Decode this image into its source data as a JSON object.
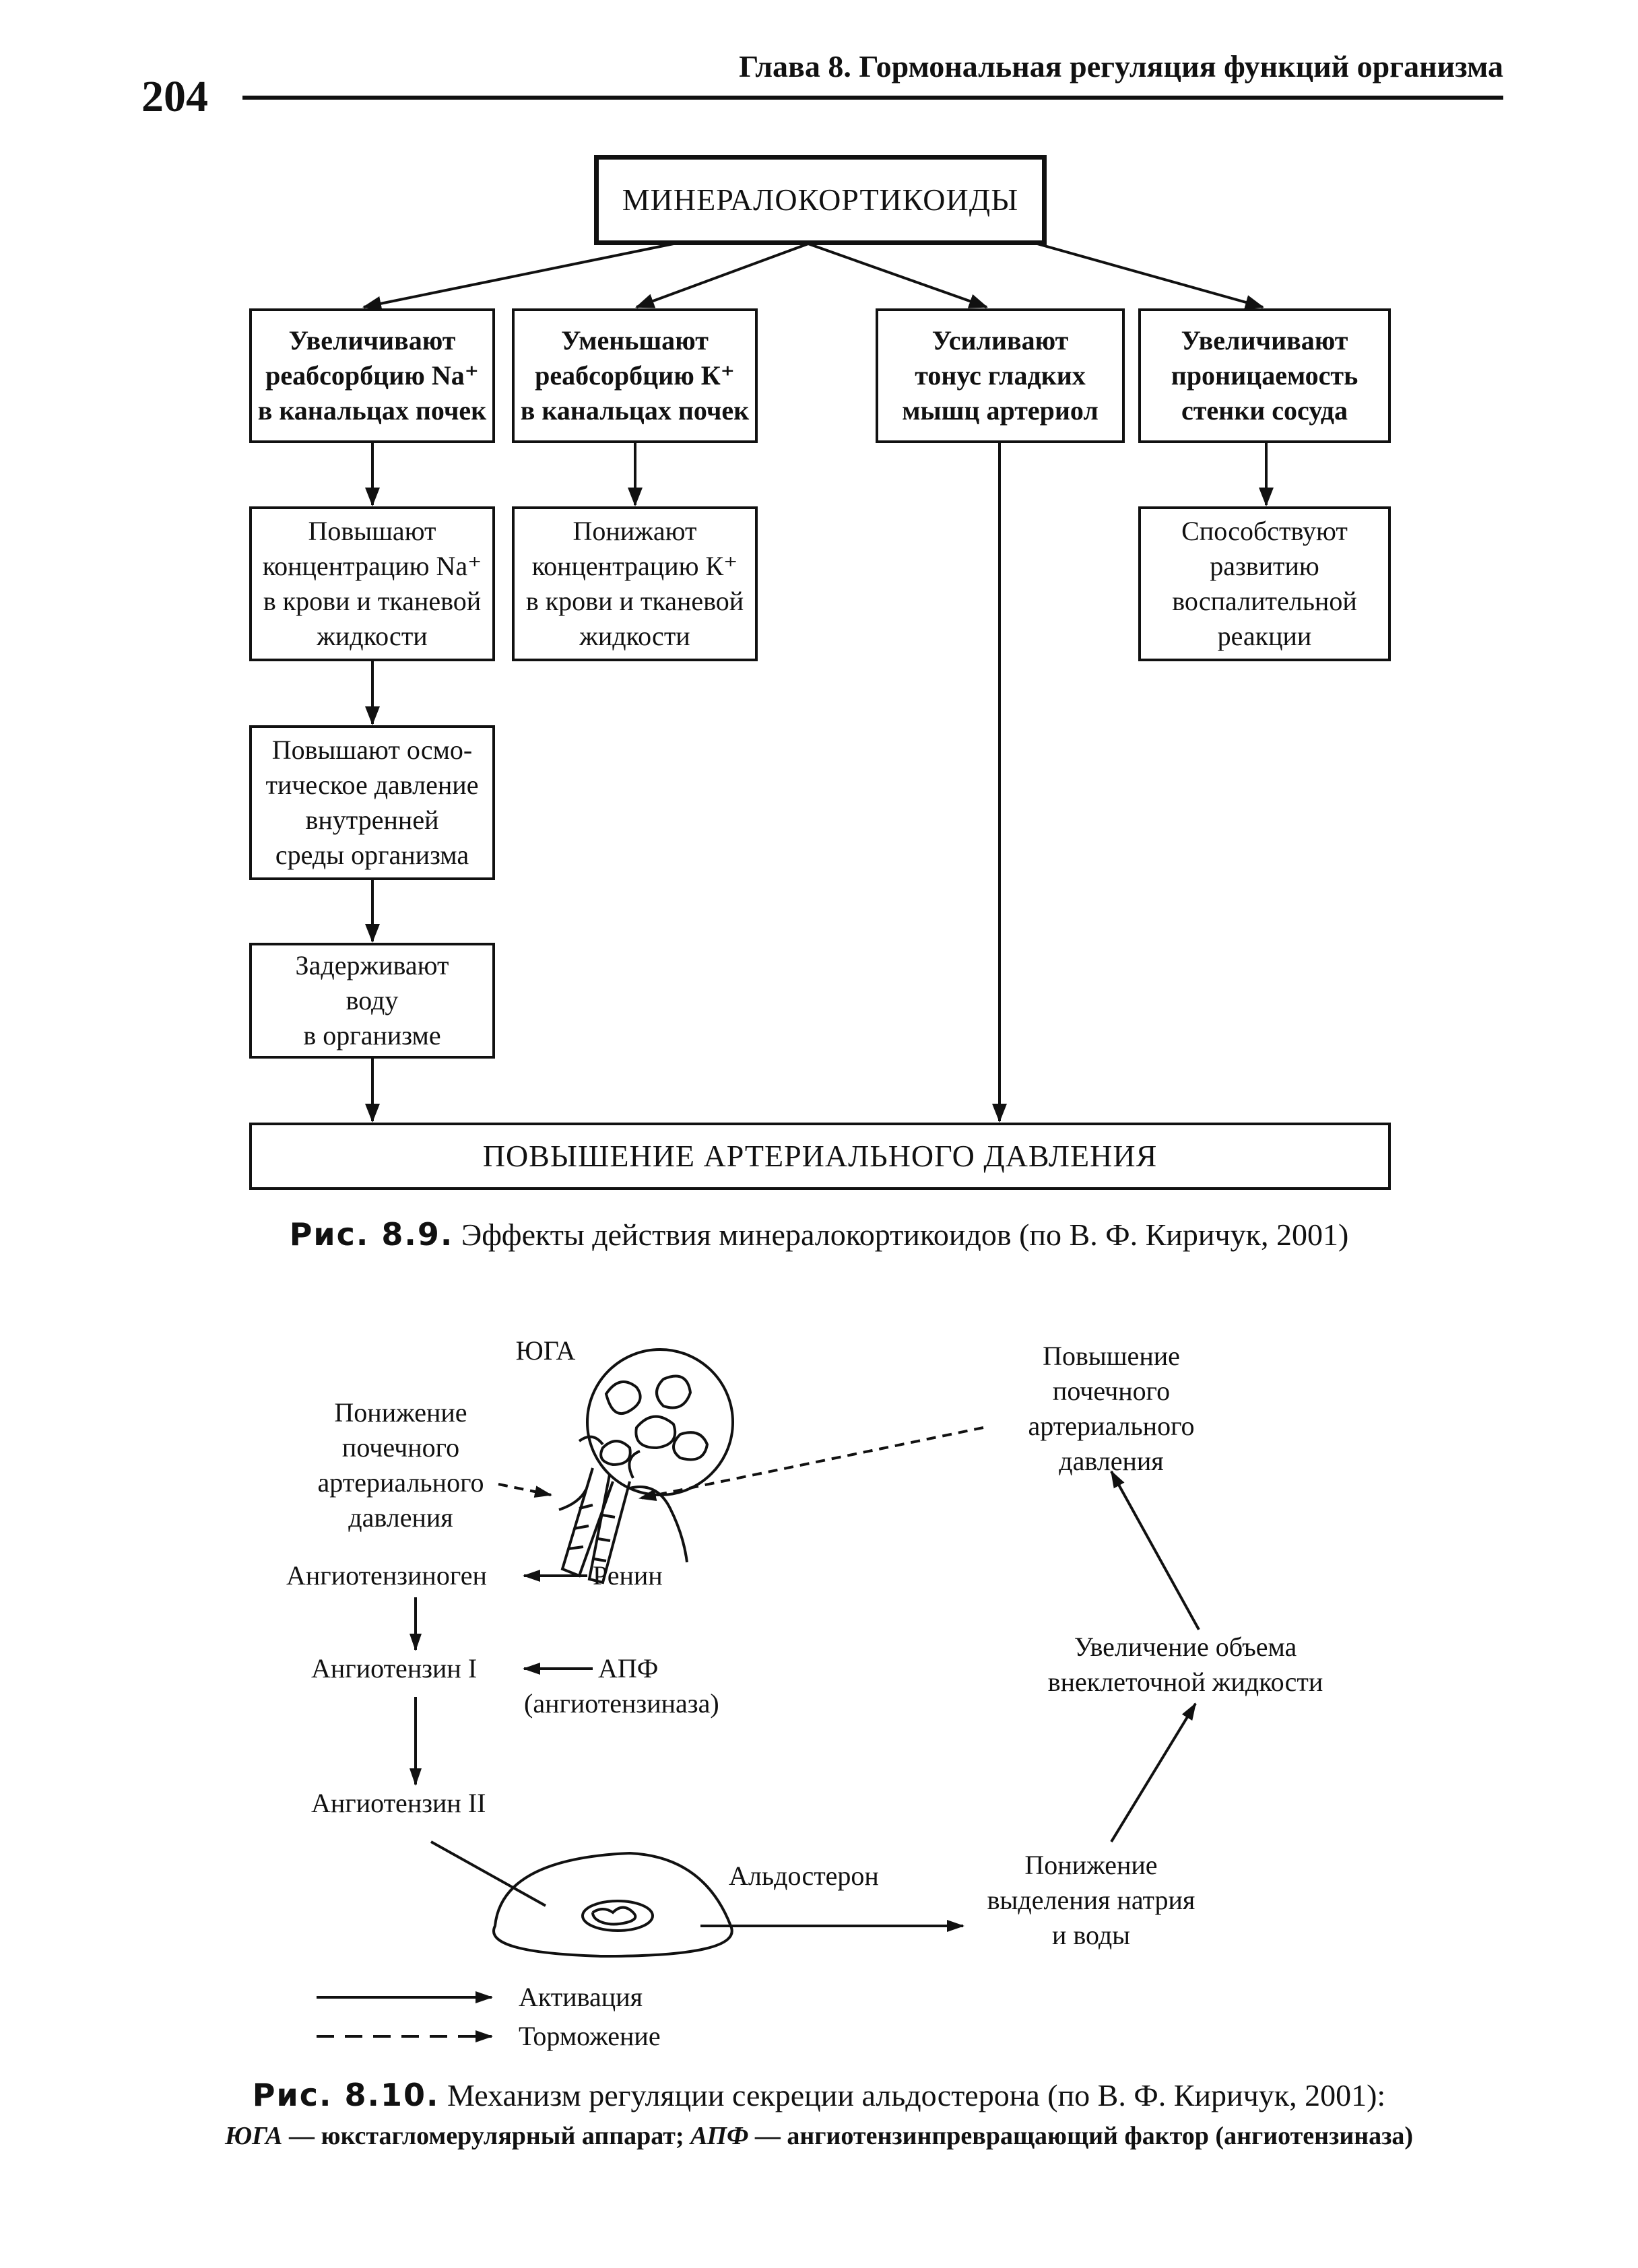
{
  "header": {
    "page_number": "204",
    "running_title": "Глава 8. Гормональная регуляция функций организма"
  },
  "figure_8_9": {
    "top": "МИНЕРАЛОКОРТИКОИДЫ",
    "effects": [
      "Увеличивают\nреабсорбцию Na⁺\nв канальцах почек",
      "Уменьшают\nреабсорбцию К⁺\nв канальцах почек",
      "Усиливают\nтонус гладких\nмышц артериол",
      "Увеличивают\nпроницаемость\nстенки сосуда"
    ],
    "level2": [
      "Повышают\nконцентрацию Na⁺\nв крови и тканевой\nжидкости",
      "Понижают\nконцентрацию К⁺\nв крови и тканевой\nжидкости",
      "Способствуют\nразвитию\nвоспалительной\nреакции"
    ],
    "osmotic": "Повышают осмо-\nтическое давление\nвнутренней\nсреды организма",
    "water": "Задерживают\nводу\nв организме",
    "result": "ПОВЫШЕНИЕ АРТЕРИАЛЬНОГО ДАВЛЕНИЯ",
    "caption_label": "Рис. 8.9.",
    "caption_text": " Эффекты действия минералокортикоидов (по В. Ф. Киричук, 2001)"
  },
  "figure_8_10": {
    "yuga": "ЮГА",
    "pressure_low": "Понижение\nпочечного\nартериального\nдавления",
    "pressure_high": "Повышение\nпочечного\nартериального\nдавления",
    "angiotensinogen": "Ангиотензиноген",
    "renin": "Ренин",
    "angiotensin1": "Ангиотензин I",
    "apf": "АПФ",
    "apf_full": "(ангиотензиназа)",
    "angiotensin2": "Ангиотензин II",
    "aldosterone": "Альдостерон",
    "na_water": "Понижение\nвыделения натрия\nи воды",
    "ecf_volume": "Увеличение объема\nвнеклеточной жидкости",
    "legend_activation": "Активация",
    "legend_inhibition": "Торможение",
    "caption_label": "Рис. 8.10.",
    "caption_text": " Механизм регуляции секреции альдостерона (по В. Ф. Киричук, 2001):",
    "note_yuga": "ЮГА",
    "note_yuga_text": " — юкстагломерулярный аппарат; ",
    "note_apf": "АПФ",
    "note_apf_text": " — ангиотензинпревращающий фактор (ангиотензиназа)"
  }
}
